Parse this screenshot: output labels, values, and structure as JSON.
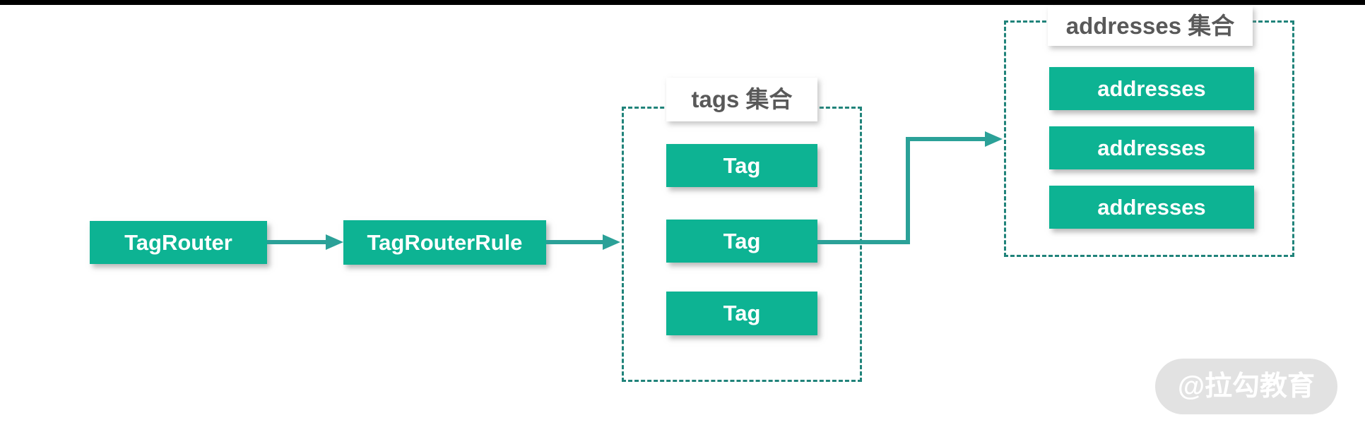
{
  "colors": {
    "node_fill": "#0db393",
    "node_text": "#ffffff",
    "arrow": "#2ba198",
    "dashed_border": "#20837a",
    "group_label_text": "#595959",
    "group_label_bg": "#ffffff",
    "top_bar": "#000000",
    "watermark_bg": "#e2e2e2",
    "watermark_text": "#ffffff",
    "background": "#ffffff"
  },
  "diagram": {
    "nodes": {
      "tag_router": "TagRouter",
      "tag_router_rule": "TagRouterRule"
    },
    "tags_group": {
      "label": "tags 集合",
      "items": [
        "Tag",
        "Tag",
        "Tag"
      ]
    },
    "addresses_group": {
      "label": "addresses 集合",
      "items": [
        "addresses",
        "addresses",
        "addresses"
      ]
    },
    "watermark": "@拉勾教育"
  }
}
